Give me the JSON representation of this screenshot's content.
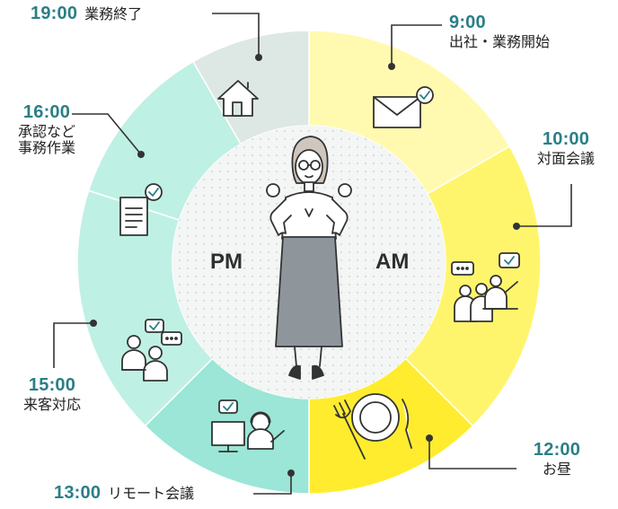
{
  "center": {
    "am": "AM",
    "pm": "PM"
  },
  "colors": {
    "am_light": "#fffab0",
    "am_mid": "#fff56c",
    "am_deep": "#ffec2e",
    "pm_mint": "#bff0e4",
    "pm_teal": "#9be6d6",
    "pm_gray": "#dde8e4",
    "accent": "#2a7f86"
  },
  "schedule": [
    {
      "time": "9:00",
      "activity": "出社・業務開始",
      "icon": "mail-icon"
    },
    {
      "time": "10:00",
      "activity": "対面会議",
      "icon": "meeting-icon"
    },
    {
      "time": "12:00",
      "activity": "お昼",
      "icon": "lunch-plate-icon"
    },
    {
      "time": "13:00",
      "activity": "リモート会議",
      "icon": "headset-computer-icon"
    },
    {
      "time": "15:00",
      "activity": "来客対応",
      "icon": "visitor-chat-icon"
    },
    {
      "time": "16:00",
      "activity": "承認など\n事務作業",
      "icon": "document-check-icon"
    },
    {
      "time": "19:00",
      "activity": "業務終了",
      "icon": "home-icon"
    }
  ]
}
